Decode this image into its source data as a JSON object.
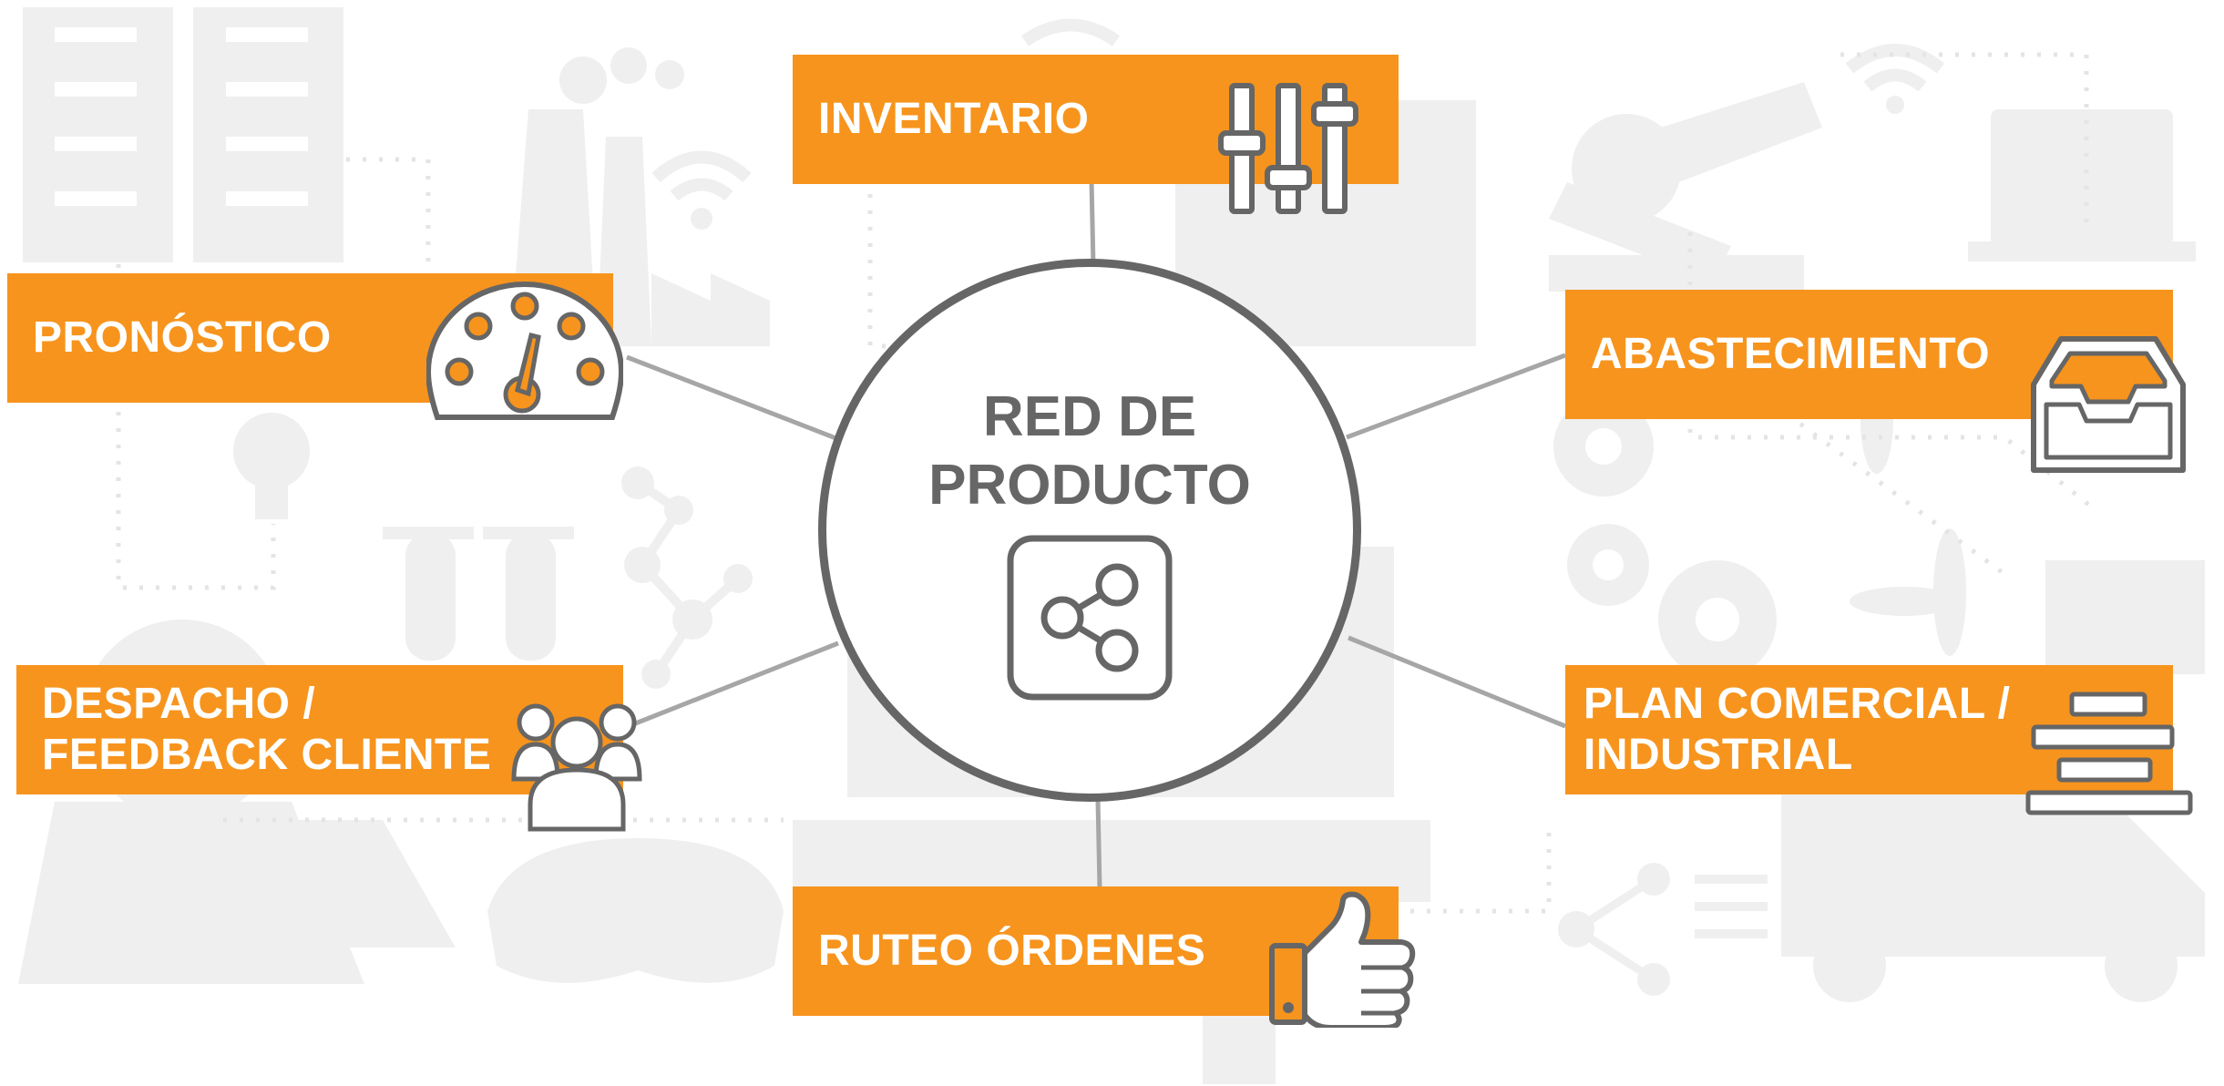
{
  "center": {
    "title_line1": "RED DE",
    "title_line2": "PRODUCTO",
    "icon": "share-icon"
  },
  "nodes": {
    "inventario": {
      "label": "INVENTARIO",
      "icon": "sliders-icon"
    },
    "pronostico": {
      "label": "PRONÓSTICO",
      "icon": "gauge-icon"
    },
    "abastecimiento": {
      "label": "ABASTECIMIENTO",
      "icon": "inbox-tray-icon"
    },
    "despacho": {
      "line1": "DESPACHO /",
      "line2": "FEEDBACK CLIENTE",
      "icon": "people-group-icon"
    },
    "plan": {
      "line1": "PLAN COMERCIAL /",
      "line2": "INDUSTRIAL",
      "icon": "stacked-bars-icon"
    },
    "ruteo": {
      "label": "RUTEO ÓRDENES",
      "icon": "thumbs-up-icon"
    }
  },
  "colors": {
    "accent": "#f7941d",
    "outline": "#666666",
    "connector": "#a6a6a6",
    "background_art": "#efefef"
  }
}
